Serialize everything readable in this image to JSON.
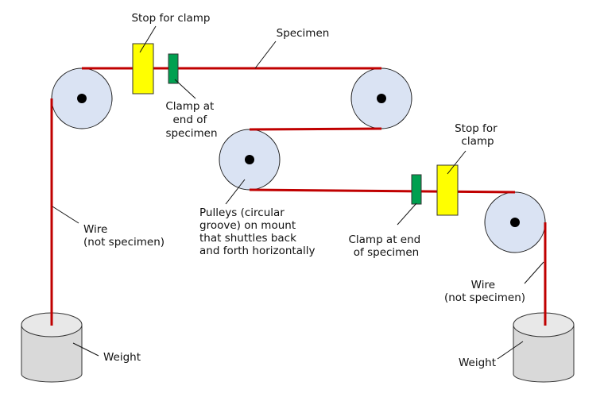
{
  "colors": {
    "specimen": "#c00000",
    "pulley": "#dae3f3",
    "stop": "#ffff00",
    "clamp": "#00a050",
    "weight": "#d9d9d9",
    "weight_top": "#e8e8e8"
  },
  "labels": {
    "stop_left": [
      "Stop for clamp"
    ],
    "specimen": [
      "Specimen"
    ],
    "clamp_left": [
      "Clamp at",
      "end of",
      "specimen"
    ],
    "pulleys": [
      "Pulleys (circular",
      "groove) on mount",
      "that shuttles back",
      "and forth horizontally"
    ],
    "stop_right": [
      "Stop for",
      "clamp"
    ],
    "clamp_right": [
      "Clamp at end",
      "of specimen"
    ],
    "wire_left": [
      "Wire",
      "(not specimen)"
    ],
    "wire_right": [
      "Wire",
      "(not specimen)"
    ],
    "weight_left": [
      "Weight"
    ],
    "weight_right": [
      "Weight"
    ]
  }
}
